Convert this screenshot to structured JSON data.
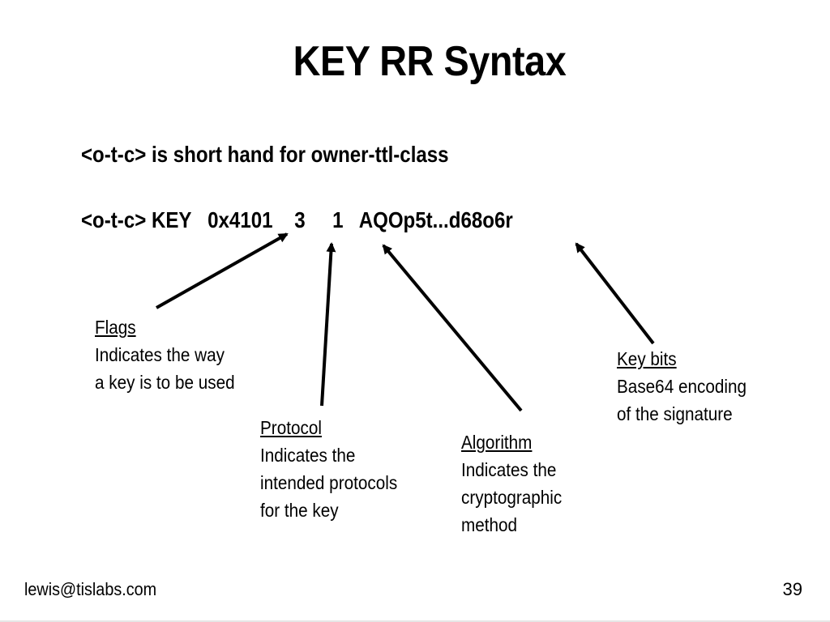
{
  "slide": {
    "title": "KEY RR Syntax",
    "intro": "<o-t-c> is short hand for owner-ttl-class",
    "record": {
      "prefix": "<o-t-c>",
      "type": "KEY",
      "flags": "0x4101",
      "protocol": "3",
      "algorithm": "1",
      "key": "AQOp5t...d68o6r"
    }
  },
  "callouts": {
    "flags": {
      "heading": "Flags",
      "lines": [
        "Indicates the way",
        "a key is to be used"
      ]
    },
    "protocol": {
      "heading": "Protocol",
      "lines": [
        "Indicates the",
        "intended protocols",
        "for the key"
      ]
    },
    "algorithm": {
      "heading": "Algorithm",
      "lines": [
        "Indicates the",
        "cryptographic",
        "method"
      ]
    },
    "keybits": {
      "heading": "Key bits",
      "lines": [
        "Base64 encoding",
        "of the signature"
      ]
    }
  },
  "footer": {
    "author": "lewis@tislabs.com",
    "page": "39"
  }
}
